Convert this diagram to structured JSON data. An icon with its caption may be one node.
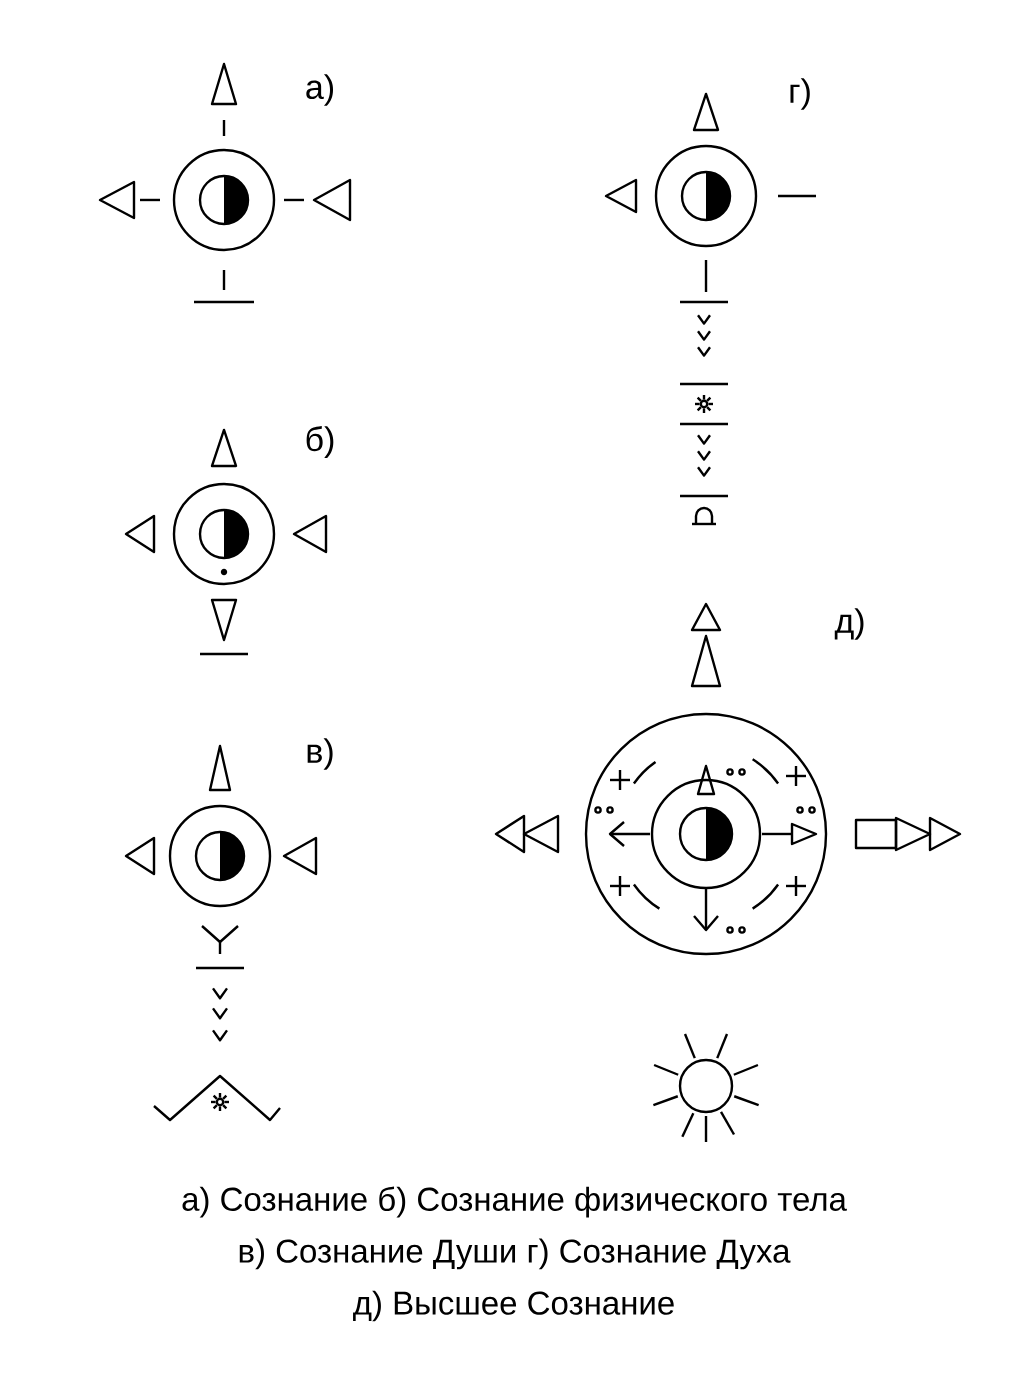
{
  "diagram": {
    "labels": [
      "а)",
      "б)",
      "в)",
      "г)",
      "д)",
      "а) Сознание",
      "б) Сознание физического тела",
      "в) Сознание Души",
      "г) Сознание Духа",
      "д) Высшее Сознание"
    ]
  }
}
